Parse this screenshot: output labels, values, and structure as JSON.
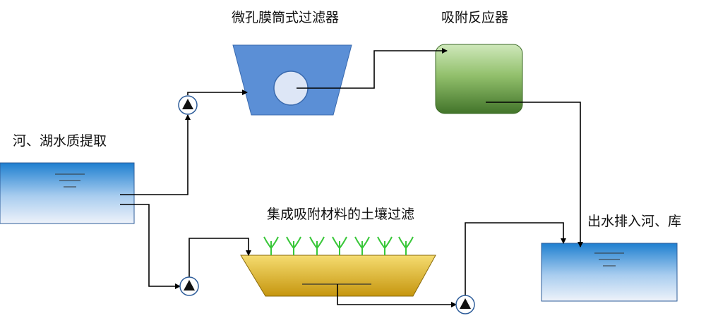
{
  "labels": {
    "source": "河、湖水质提取",
    "microporous_filter": "微孔膜筒式过滤器",
    "adsorption_reactor": "吸附反应器",
    "soil_filtration": "集成吸附材料的土壤过滤",
    "outlet": "出水排入河、库"
  },
  "colors": {
    "water_top": "#1e7fd0",
    "water_bottom": "#e9eef8",
    "filter_body": "#5b8fd6",
    "reactor_top": "#c8e3b4",
    "reactor_bottom": "#4a7a2e",
    "soil_top": "#f2d66a",
    "soil_bottom": "#c99a14",
    "plant": "#39c739",
    "pump": "#111111",
    "pipe": "#000000"
  },
  "icons": {
    "pump": "pump-icon",
    "plant": "plant-icon"
  }
}
